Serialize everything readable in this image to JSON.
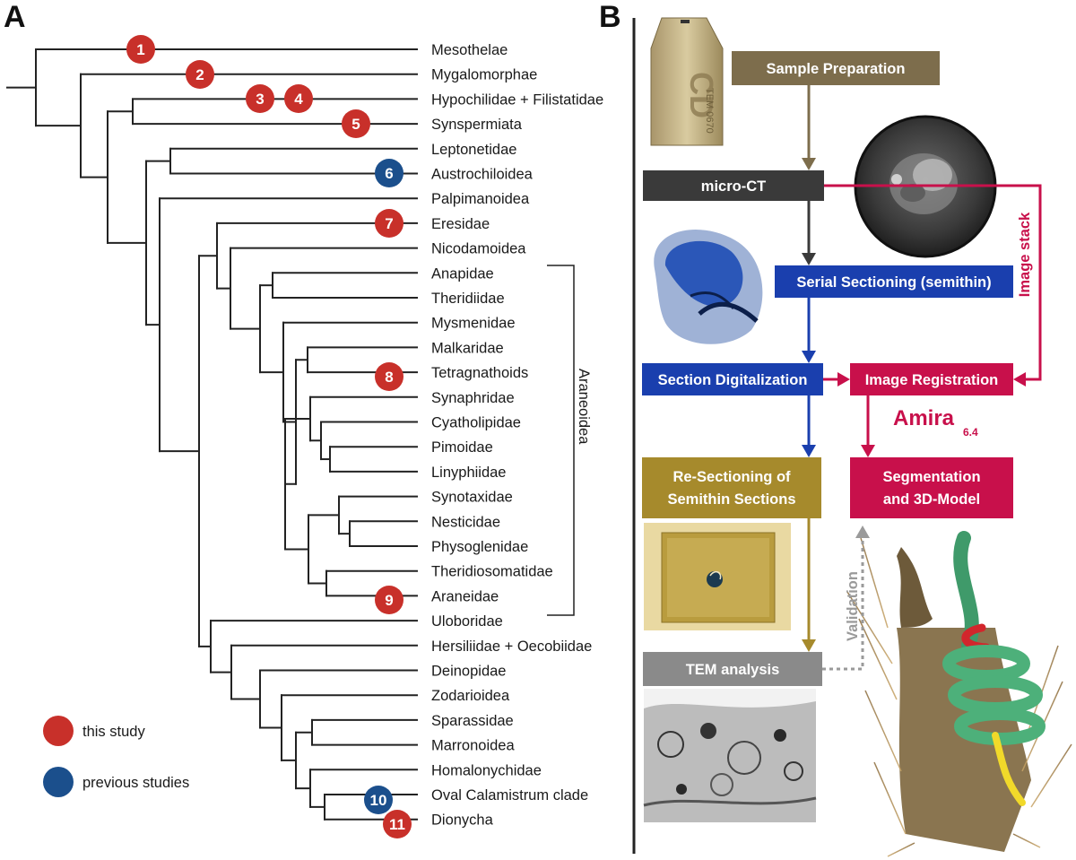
{
  "panels": {
    "a": "A",
    "b": "B"
  },
  "tree": {
    "taxa": [
      "Mesothelae",
      "Mygalomorphae",
      "Hypochilidae + Filistatidae",
      "Synspermiata",
      "Leptonetidae",
      "Austrochiloidea",
      "Palpimanoidea",
      "Eresidae",
      "Nicodamoidea",
      "Anapidae",
      "Theridiidae",
      "Mysmenidae",
      "Malkaridae",
      "Tetragnathoids",
      "Synaphridae",
      "Cyatholipidae",
      "Pimoidae",
      "Linyphiidae",
      "Synotaxidae",
      "Nesticidae",
      "Physoglenidae",
      "Theridiosomatidae",
      "Araneidae",
      "Uloboridae",
      "Hersiliidae + Oecobiidae",
      "Deinopidae",
      "Zodarioidea",
      "Sparassidae",
      "Marronoidea",
      "Homalonychidae",
      "Oval Calamistrum clade",
      "Dionycha"
    ],
    "bracket_label": "Araneoidea",
    "markers": [
      {
        "num": "1",
        "type": "this_study"
      },
      {
        "num": "2",
        "type": "this_study"
      },
      {
        "num": "3",
        "type": "this_study"
      },
      {
        "num": "4",
        "type": "this_study"
      },
      {
        "num": "5",
        "type": "this_study"
      },
      {
        "num": "6",
        "type": "previous"
      },
      {
        "num": "7",
        "type": "this_study"
      },
      {
        "num": "8",
        "type": "this_study"
      },
      {
        "num": "9",
        "type": "this_study"
      },
      {
        "num": "10",
        "type": "previous"
      },
      {
        "num": "11",
        "type": "this_study"
      }
    ],
    "legend": [
      {
        "label": "this study",
        "type": "this_study"
      },
      {
        "label": "previous studies",
        "type": "previous"
      }
    ]
  },
  "workflow": {
    "sample_preparation": "Sample Preparation",
    "micro_ct": "micro-CT",
    "serial_sectioning": "Serial Sectioning (semithin)",
    "section_digitalization": "Section Digitalization",
    "image_registration": "Image Registration",
    "resectioning": [
      "Re-Sectioning of",
      "Semithin Sections"
    ],
    "segmentation": [
      "Segmentation",
      "and 3D-Model"
    ],
    "tem_analysis": "TEM analysis",
    "image_stack": "Image stack",
    "validation": "Validation",
    "amira_name": "Amira",
    "amira_version": "6.4",
    "capsule_text": "TEM 0670"
  },
  "colors": {
    "this_study": "#c8302a",
    "previous": "#1b4f8c",
    "olive": "#7d6d4c",
    "dark": "#3a3a3a",
    "blue": "#1a3fae",
    "crimson": "#c8104b",
    "gold": "#a68a2c",
    "gray": "#8a8a8a"
  }
}
